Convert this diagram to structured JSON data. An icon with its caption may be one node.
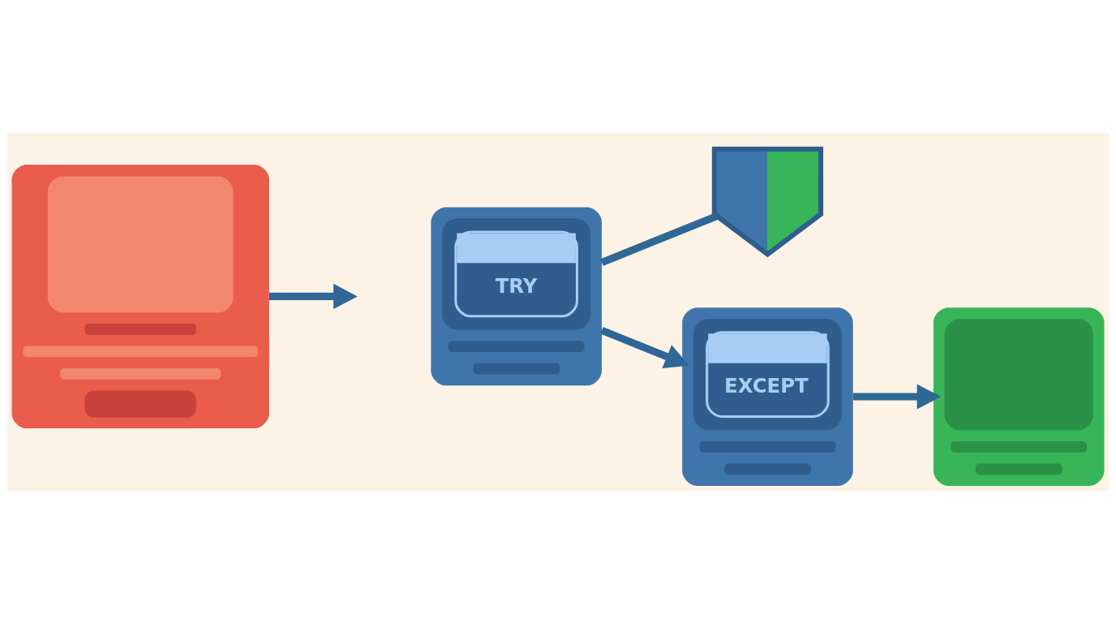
{
  "diagram": {
    "nodes": [
      {
        "text": [],
        "shape": "box"
      },
      {
        "text": [
          "TRY"
        ]
      },
      {
        "text": [],
        "shape": "shield"
      },
      {
        "text": [
          "EXCEPT"
        ]
      },
      {
        "text": [],
        "shape": "box"
      }
    ],
    "edges": [
      {
        "from": 0,
        "to": null,
        "arrow": "to"
      },
      {
        "from": 1,
        "to": 2,
        "arrow": "none"
      },
      {
        "from": 1,
        "to": 3,
        "arrow": "to"
      },
      {
        "from": 3,
        "to": 4,
        "arrow": "to"
      }
    ]
  }
}
